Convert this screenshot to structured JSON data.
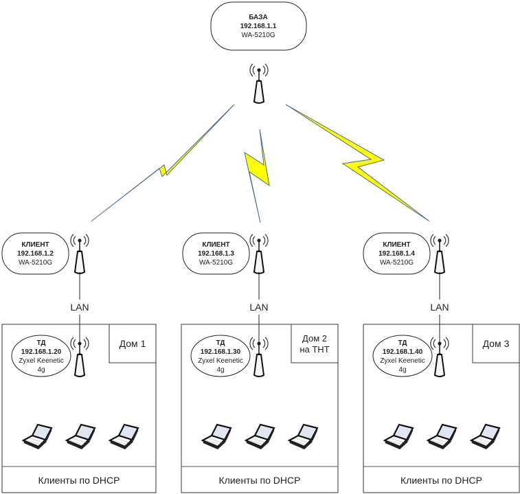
{
  "base": {
    "title": "БАЗА",
    "ip": "192.168.1.1",
    "model": "WA-5210G"
  },
  "clients": [
    {
      "title": "КЛИЕНТ",
      "ip": "192.168.1.2",
      "model": "WA-5210G"
    },
    {
      "title": "КЛИЕНТ",
      "ip": "192.168.1.3",
      "model": "WA-5210G"
    },
    {
      "title": "КЛИЕНТ",
      "ip": "192.168.1.4",
      "model": "WA-5210G"
    }
  ],
  "link_label": "LAN",
  "houses": [
    {
      "name_lines": [
        "Дом 1"
      ],
      "ap": {
        "title": "ТД",
        "ip": "192.168.1.20",
        "model": "Zyxel Keenetic",
        "model2": "4g"
      },
      "laptops": 3,
      "footer": "Клиенты по DHCP"
    },
    {
      "name_lines": [
        "Дом 2",
        "на ТНТ"
      ],
      "ap": {
        "title": "ТД",
        "ip": "192.168.1.30",
        "model": "Zyxel Keenetic",
        "model2": "4g"
      },
      "laptops": 3,
      "footer": "Клиенты по DHCP"
    },
    {
      "name_lines": [
        "Дом 3"
      ],
      "ap": {
        "title": "ТД",
        "ip": "192.168.1.40",
        "model": "Zyxel Keenetic",
        "model2": "4g"
      },
      "laptops": 3,
      "footer": "Клиенты по DHCP"
    }
  ],
  "colors": {
    "bolt_fill": "#ffff00",
    "bolt_stroke": "#4a6b8a",
    "line": "#222222",
    "box_border": "#333333"
  },
  "icons": {
    "router": "wireless-router-icon",
    "laptop": "laptop-icon",
    "wireless_link": "lightning-bolt-icon"
  }
}
